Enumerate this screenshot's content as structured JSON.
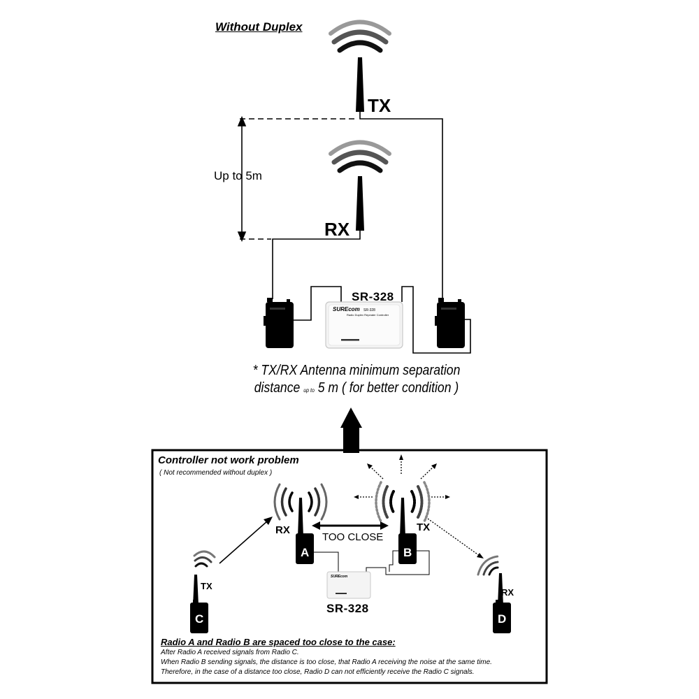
{
  "title": "Without Duplex",
  "labels": {
    "tx_top": "TX",
    "rx_top": "RX",
    "distance": "Up to 5m",
    "model_top": "SR-328",
    "brand": "SUREcom",
    "brand_model": "SR-328",
    "device_subtitle": "Radio Duplex Repeater Controller"
  },
  "note": {
    "line1": "* TX/RX Antenna minimum separation",
    "line2_a": "distance",
    "line2_small": "up to",
    "line2_b": "5 m ( for better condition )"
  },
  "problem_box": {
    "title": "Controller not work problem",
    "subtitle": "( Not recommended without duplex )",
    "rx_a": "RX",
    "tx_b": "TX",
    "too_close": "TOO CLOSE",
    "tx_c": "TX",
    "rx_d": "RX",
    "radio_a": "A",
    "radio_b": "B",
    "radio_c": "C",
    "radio_d": "D",
    "model": "SR-328",
    "footer_title": "Radio A and Radio B are spaced too close to the case:",
    "footer_lines": [
      "After Radio A received signals from Radio C.",
      "When Radio B sending signals, the distance is too close, that Radio A receiving the noise at the same time.",
      "Therefore, in the case of a distance too close, Radio D can not efficiently receive the Radio C signals."
    ]
  }
}
